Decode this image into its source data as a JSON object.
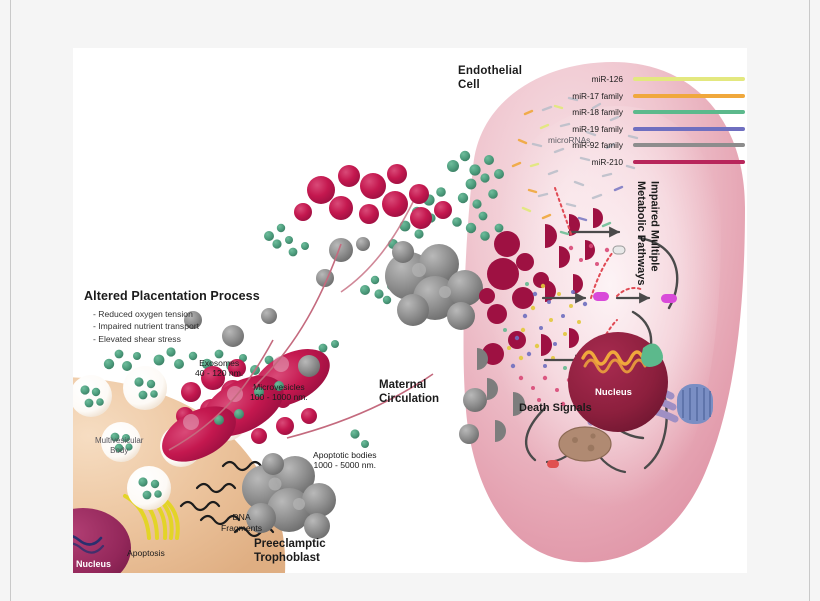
{
  "figure": {
    "labels": {
      "endothelial_cell": "Endothelial\nCell",
      "altered_placentation_title": "Altered Placentation Process",
      "altered_placentation_items": "- Reduced oxygen tension\n- Impaired nutrient transport\n- Elevated shear stress",
      "exosomes": "Exosomes\n40 - 120 nm.",
      "microvesicles": "Microvesicles\n100 - 1000 nm.",
      "apoptotic_bodies": "Apoptotic bodies\n1000 - 5000 nm.",
      "multivesicular_body": "Multivesicular\nBody",
      "dna_fragments": "DNA\nFragments",
      "apoptosis": "Apoptosis",
      "trophoblast_nucleus": "Nucleus",
      "maternal_circulation": "Maternal\nCirculation",
      "preeclamptic_trophoblast": "Preeclamptic\nTrophoblast",
      "micrornas": "microRNAs",
      "death_signals": "Death Signals",
      "endothelial_nucleus": "Nucleus",
      "impaired_pathways": "Impaired Multiple\nMetabolic Pathways"
    },
    "legend": {
      "items": [
        {
          "label": "miR-126",
          "color": "#e3e87f"
        },
        {
          "label": "miR-17 family",
          "color": "#f0a83c"
        },
        {
          "label": "miR-18 family",
          "color": "#5cb98c"
        },
        {
          "label": "miR-19 family",
          "color": "#6f6fc0"
        },
        {
          "label": "miR-92 family",
          "color": "#8d8d8d"
        },
        {
          "label": "miR-210",
          "color": "#b8265b"
        }
      ]
    },
    "colors": {
      "endothelial_cell": "#e8a9b6",
      "endothelial_cell_light": "#f6dde2",
      "trophoblast": "#e8bd94",
      "trophoblast_nucleus": "#9c2b5e",
      "endothelial_nucleus": "#8e1f3f",
      "red_blood_cell": "#c4184f",
      "exosome_green": "#4e9e7e",
      "apoptotic_grey": "#8a8a8a",
      "golgi_purple": "#9f8fc4",
      "mito_blue": "#7a8ec4",
      "card_background": "#ffffff",
      "page_background": "#f5f5f5"
    }
  }
}
